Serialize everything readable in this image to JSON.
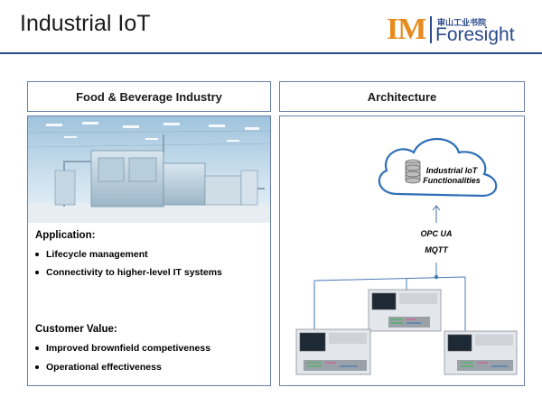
{
  "title": "Industrial IoT",
  "logo": {
    "mark": "IM",
    "brand_cn": "审山工业书院",
    "brand": "Foresight"
  },
  "left_panel": {
    "header": "Food & Beverage Industry",
    "application_title": "Application:",
    "application_items": [
      "Lifecycle management",
      "Connectivity to higher-level IT systems"
    ],
    "value_title": "Customer Value:",
    "value_items": [
      "Improved brownfield competiveness",
      "Operational effectiveness"
    ]
  },
  "right_panel": {
    "header": "Architecture",
    "cloud_line1": "Industrial IoT",
    "cloud_line2": "Functionalities",
    "protocol1": "OPC UA",
    "protocol2": "MQTT"
  },
  "colors": {
    "accent": "#2b4a8c",
    "logo_orange": "#e8891c",
    "border": "#6b7fa8"
  }
}
